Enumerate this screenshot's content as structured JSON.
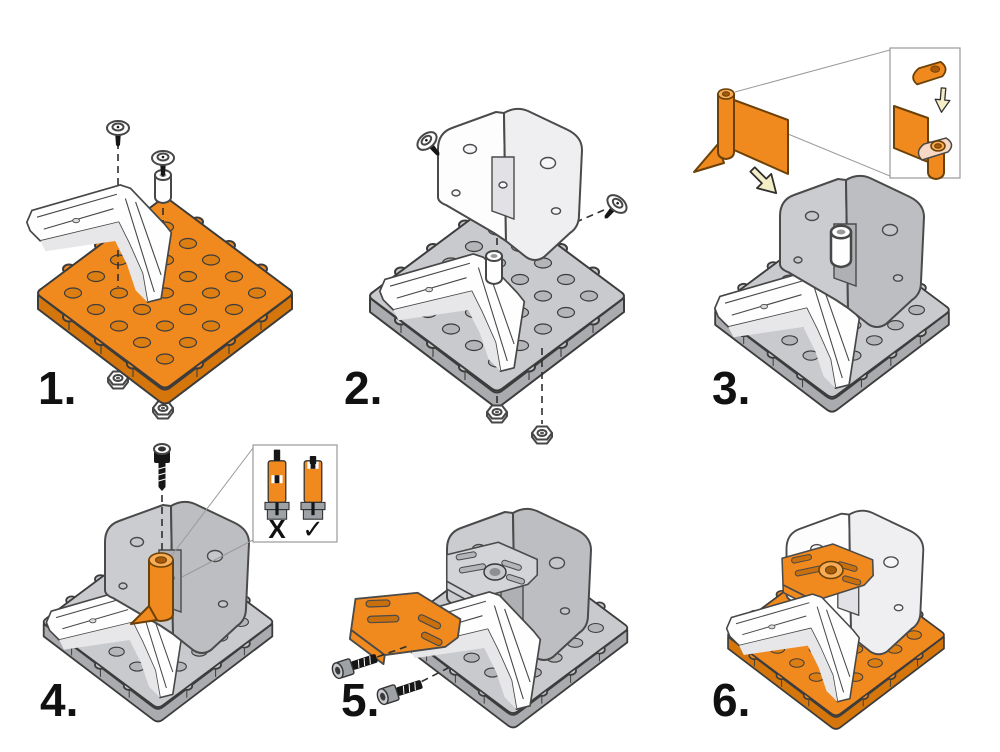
{
  "figure": {
    "type": "assembly-instructions",
    "layout": "3x2-grid",
    "background": "#ffffff"
  },
  "colors": {
    "orange": "#F08A1E",
    "orange_shade": "#D4760C",
    "gray_part": "#C9CACD",
    "gray_shade": "#A9ABAE",
    "white_part": "#FDFDFD",
    "outline": "#3C3C3C",
    "arrow_yellow": "#F4EEC6"
  },
  "steps": [
    {
      "label": "1.",
      "description": "Fasten white corner bracket to orange perforated base plate using two flat screws and two hex nuts"
    },
    {
      "label": "2.",
      "description": "Mount white housing box onto the gray base plate with two screws and two hex nuts"
    },
    {
      "label": "3.",
      "description": "Slide orange hinge flag onto the pivot post; inset shows cam washer fitting over the hinge pin"
    },
    {
      "label": "4.",
      "description": "Insert orange spacer tube and drive cap screw down; inset compares wrong and correct screw seating"
    },
    {
      "label": "5.",
      "description": "Attach orange slotted bracket with two socket-head screws"
    },
    {
      "label": "6.",
      "description": "Finished assembly on the orange base plate"
    }
  ],
  "step4_inset": {
    "wrong_label": "X",
    "correct_label": "✓"
  }
}
